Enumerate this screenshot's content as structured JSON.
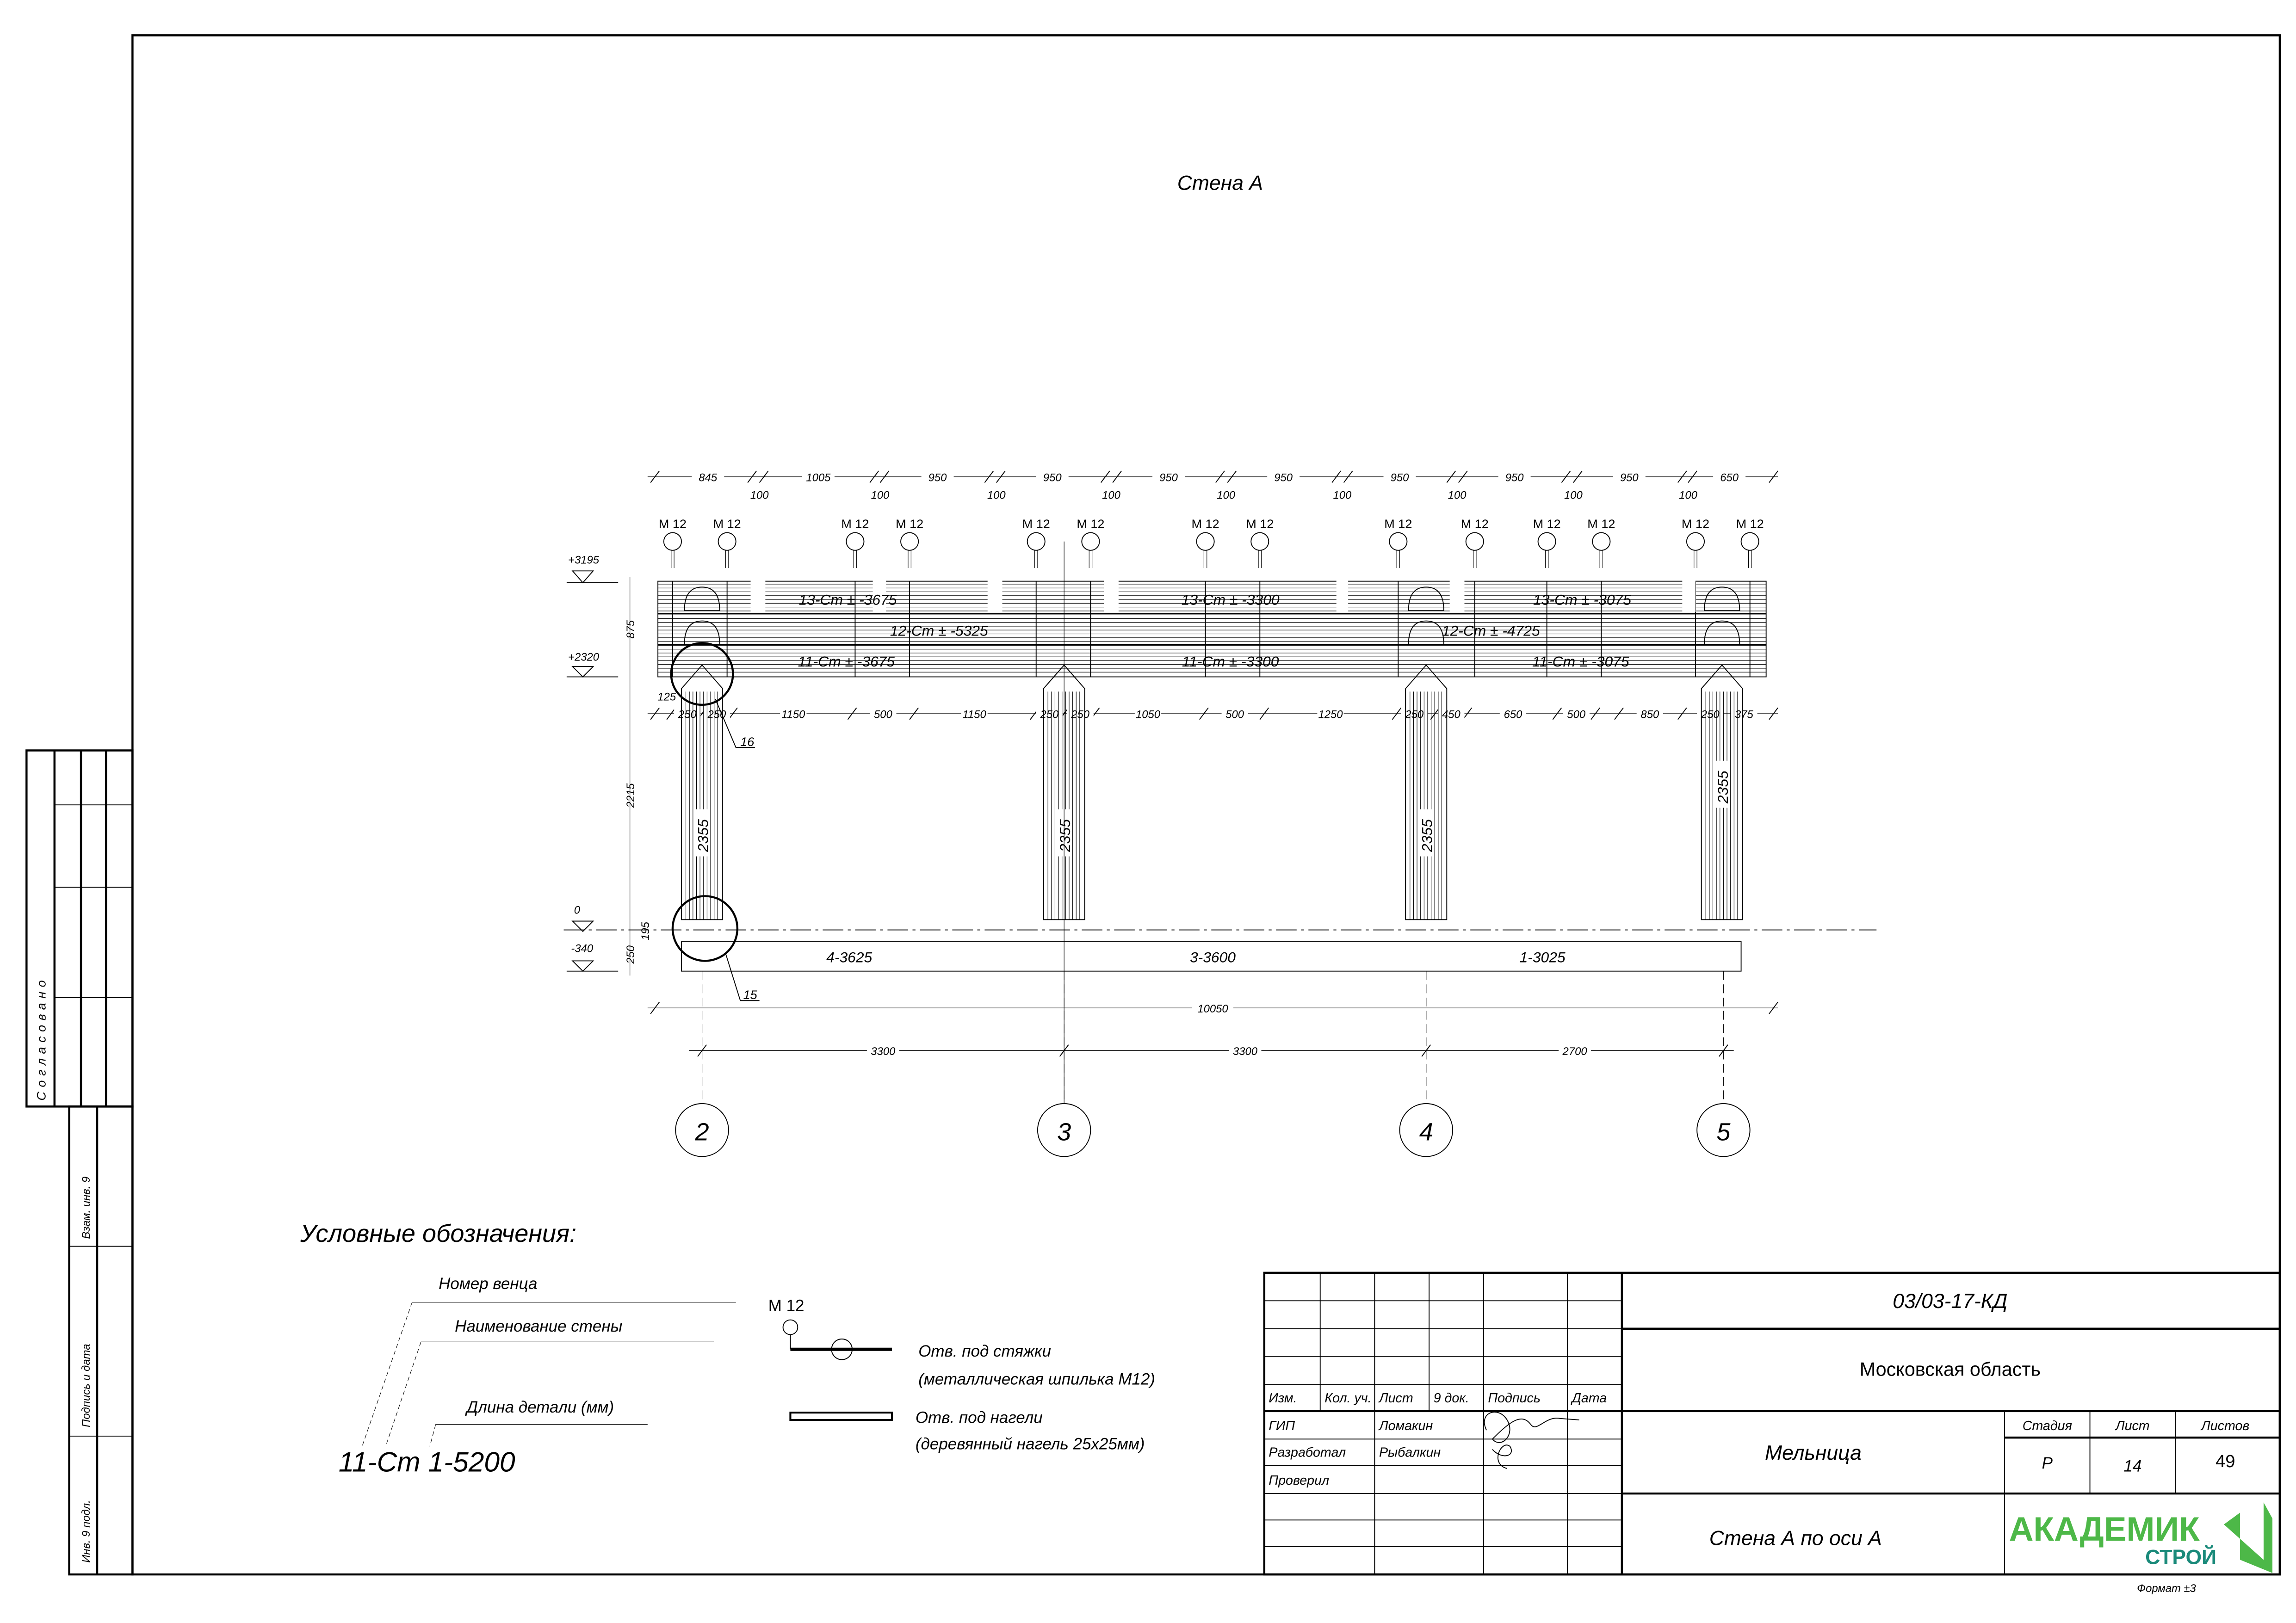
{
  "sheet": {
    "title": "Стена А",
    "format": "Формат ±3"
  },
  "top_dims": {
    "main": [
      "845",
      "1005",
      "950",
      "950",
      "950",
      "950",
      "950",
      "950",
      "950",
      "650"
    ],
    "gaps": [
      "100",
      "100",
      "100",
      "100",
      "100",
      "100",
      "100",
      "100",
      "100"
    ]
  },
  "bolt_label": "M 12",
  "crowns": {
    "r13a": "13-Ст ± -3675",
    "r12a": "12-Ст ± -5325",
    "r11a": "11-Ст ± -3675",
    "r13b": "13-Ст ± -3300",
    "r11b": "11-Ст ± -3300",
    "r12b": "12-Ст ± -4725",
    "r13c": "13-Ст ± -3075",
    "r11c": "11-Ст ± -3075"
  },
  "elevations": {
    "top": "+3195",
    "mid": "+2320",
    "zero": "0",
    "bottom": "-340"
  },
  "vertical_dims": {
    "d875": "875",
    "d2215": "2215",
    "d195": "195",
    "d250": "250"
  },
  "opening_dims": [
    "125",
    "250",
    "250",
    "1150",
    "500",
    "1150",
    "250",
    "250",
    "1050",
    "500",
    "1250",
    "250",
    "450",
    "650",
    "500",
    "850",
    "250",
    "375"
  ],
  "post_length": "2355",
  "callouts": {
    "upper": "16",
    "lower": "15"
  },
  "beam": {
    "left": "4-3625",
    "middle": "3-3600",
    "right": "1-3025"
  },
  "overall_dim": "10050",
  "axis_dims": [
    "3300",
    "3300",
    "2700"
  ],
  "axes": [
    "2",
    "3",
    "4",
    "5"
  ],
  "legend": {
    "title": "Условные обозначения:",
    "crown_number": "Номер венца",
    "wall_name": "Наименование стены",
    "part_length": "Длина детали (мм)",
    "example": "11-Ст 1-5200",
    "bolt_symbol_label": "M 12",
    "bolt_text1": "Отв. под стяжки",
    "bolt_text2": "(металлическая шпилька M12)",
    "dowel_text1": "Отв. под нагели",
    "dowel_text2": "(деревянный нагель 25x25мм)"
  },
  "title_block": {
    "doc_code": "03/03-17-КД",
    "location": "Московская область",
    "headers": [
      "Изм.",
      "Кол. уч.",
      "Лист",
      "9 док.",
      "Подпись",
      "Дата"
    ],
    "roles": [
      {
        "role": "ГИП",
        "name": "Ломакин"
      },
      {
        "role": "Разработал",
        "name": "Рыбалкин"
      },
      {
        "role": "Проверил",
        "name": ""
      }
    ],
    "object": "Мельница",
    "stage_label": "Стадия",
    "sheet_label": "Лист",
    "sheets_label": "Листов",
    "stage": "Р",
    "sheet": "14",
    "sheets": "49",
    "drawing_name": "Стена А по оси А",
    "logo_top": "АКАДЕМИК",
    "logo_bottom": "СТРОЙ",
    "logo_color": "#4db848",
    "logo_color2": "#1a8a7a"
  },
  "side_stamp": {
    "agreed": "Согласовано",
    "replace_inv": "Взам. инв. 9",
    "sign_date": "Подпись и дата",
    "inv_orig": "Инв. 9 подл."
  }
}
